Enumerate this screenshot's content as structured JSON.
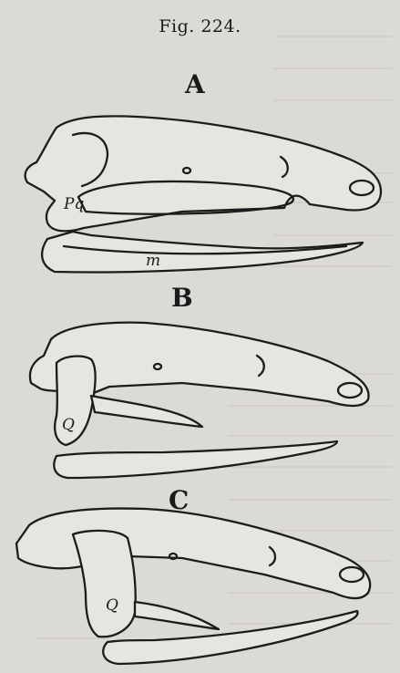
{
  "figure": {
    "title": "Fig. 224."
  },
  "panels": [
    {
      "label": "A",
      "part_labels": [
        "Pq",
        "m"
      ]
    },
    {
      "label": "B",
      "part_labels": [
        "Q"
      ]
    },
    {
      "label": "C",
      "part_labels": [
        "Q"
      ]
    }
  ]
}
